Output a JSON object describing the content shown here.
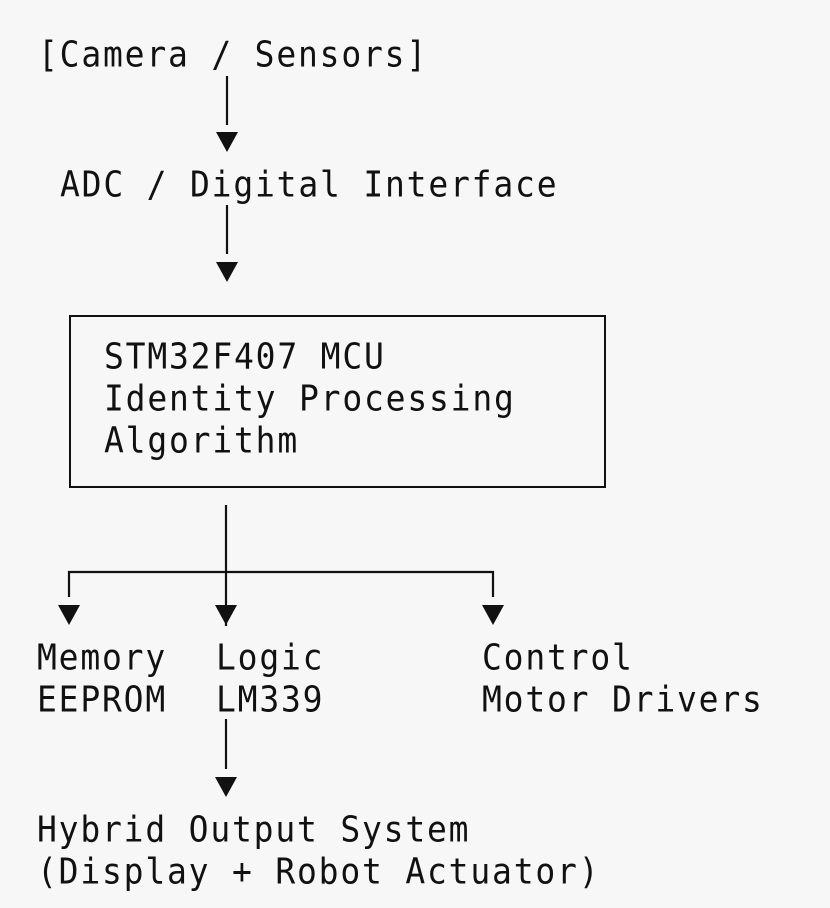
{
  "diagram": {
    "type": "block-flow",
    "nodes": {
      "input": {
        "label": "[Camera / Sensors]"
      },
      "interface": {
        "label": "ADC / Digital Interface"
      },
      "mcu": {
        "lines": [
          "STM32F407 MCU",
          "Identity Processing",
          "Algorithm"
        ]
      },
      "memory": {
        "lines": [
          "Memory",
          "EEPROM"
        ]
      },
      "logic": {
        "lines": [
          "Logic",
          "LM339"
        ]
      },
      "control": {
        "lines": [
          "Control",
          "Motor Drivers"
        ]
      },
      "output": {
        "lines": [
          "Hybrid Output System",
          "(Display + Robot Actuator)"
        ]
      }
    },
    "edges": [
      {
        "from": "input",
        "to": "interface"
      },
      {
        "from": "interface",
        "to": "mcu"
      },
      {
        "from": "mcu",
        "to": "memory"
      },
      {
        "from": "mcu",
        "to": "logic"
      },
      {
        "from": "mcu",
        "to": "control"
      },
      {
        "from": "logic",
        "to": "output"
      }
    ],
    "colors": {
      "ink": "#111111",
      "background": "#f7f7f7"
    }
  }
}
